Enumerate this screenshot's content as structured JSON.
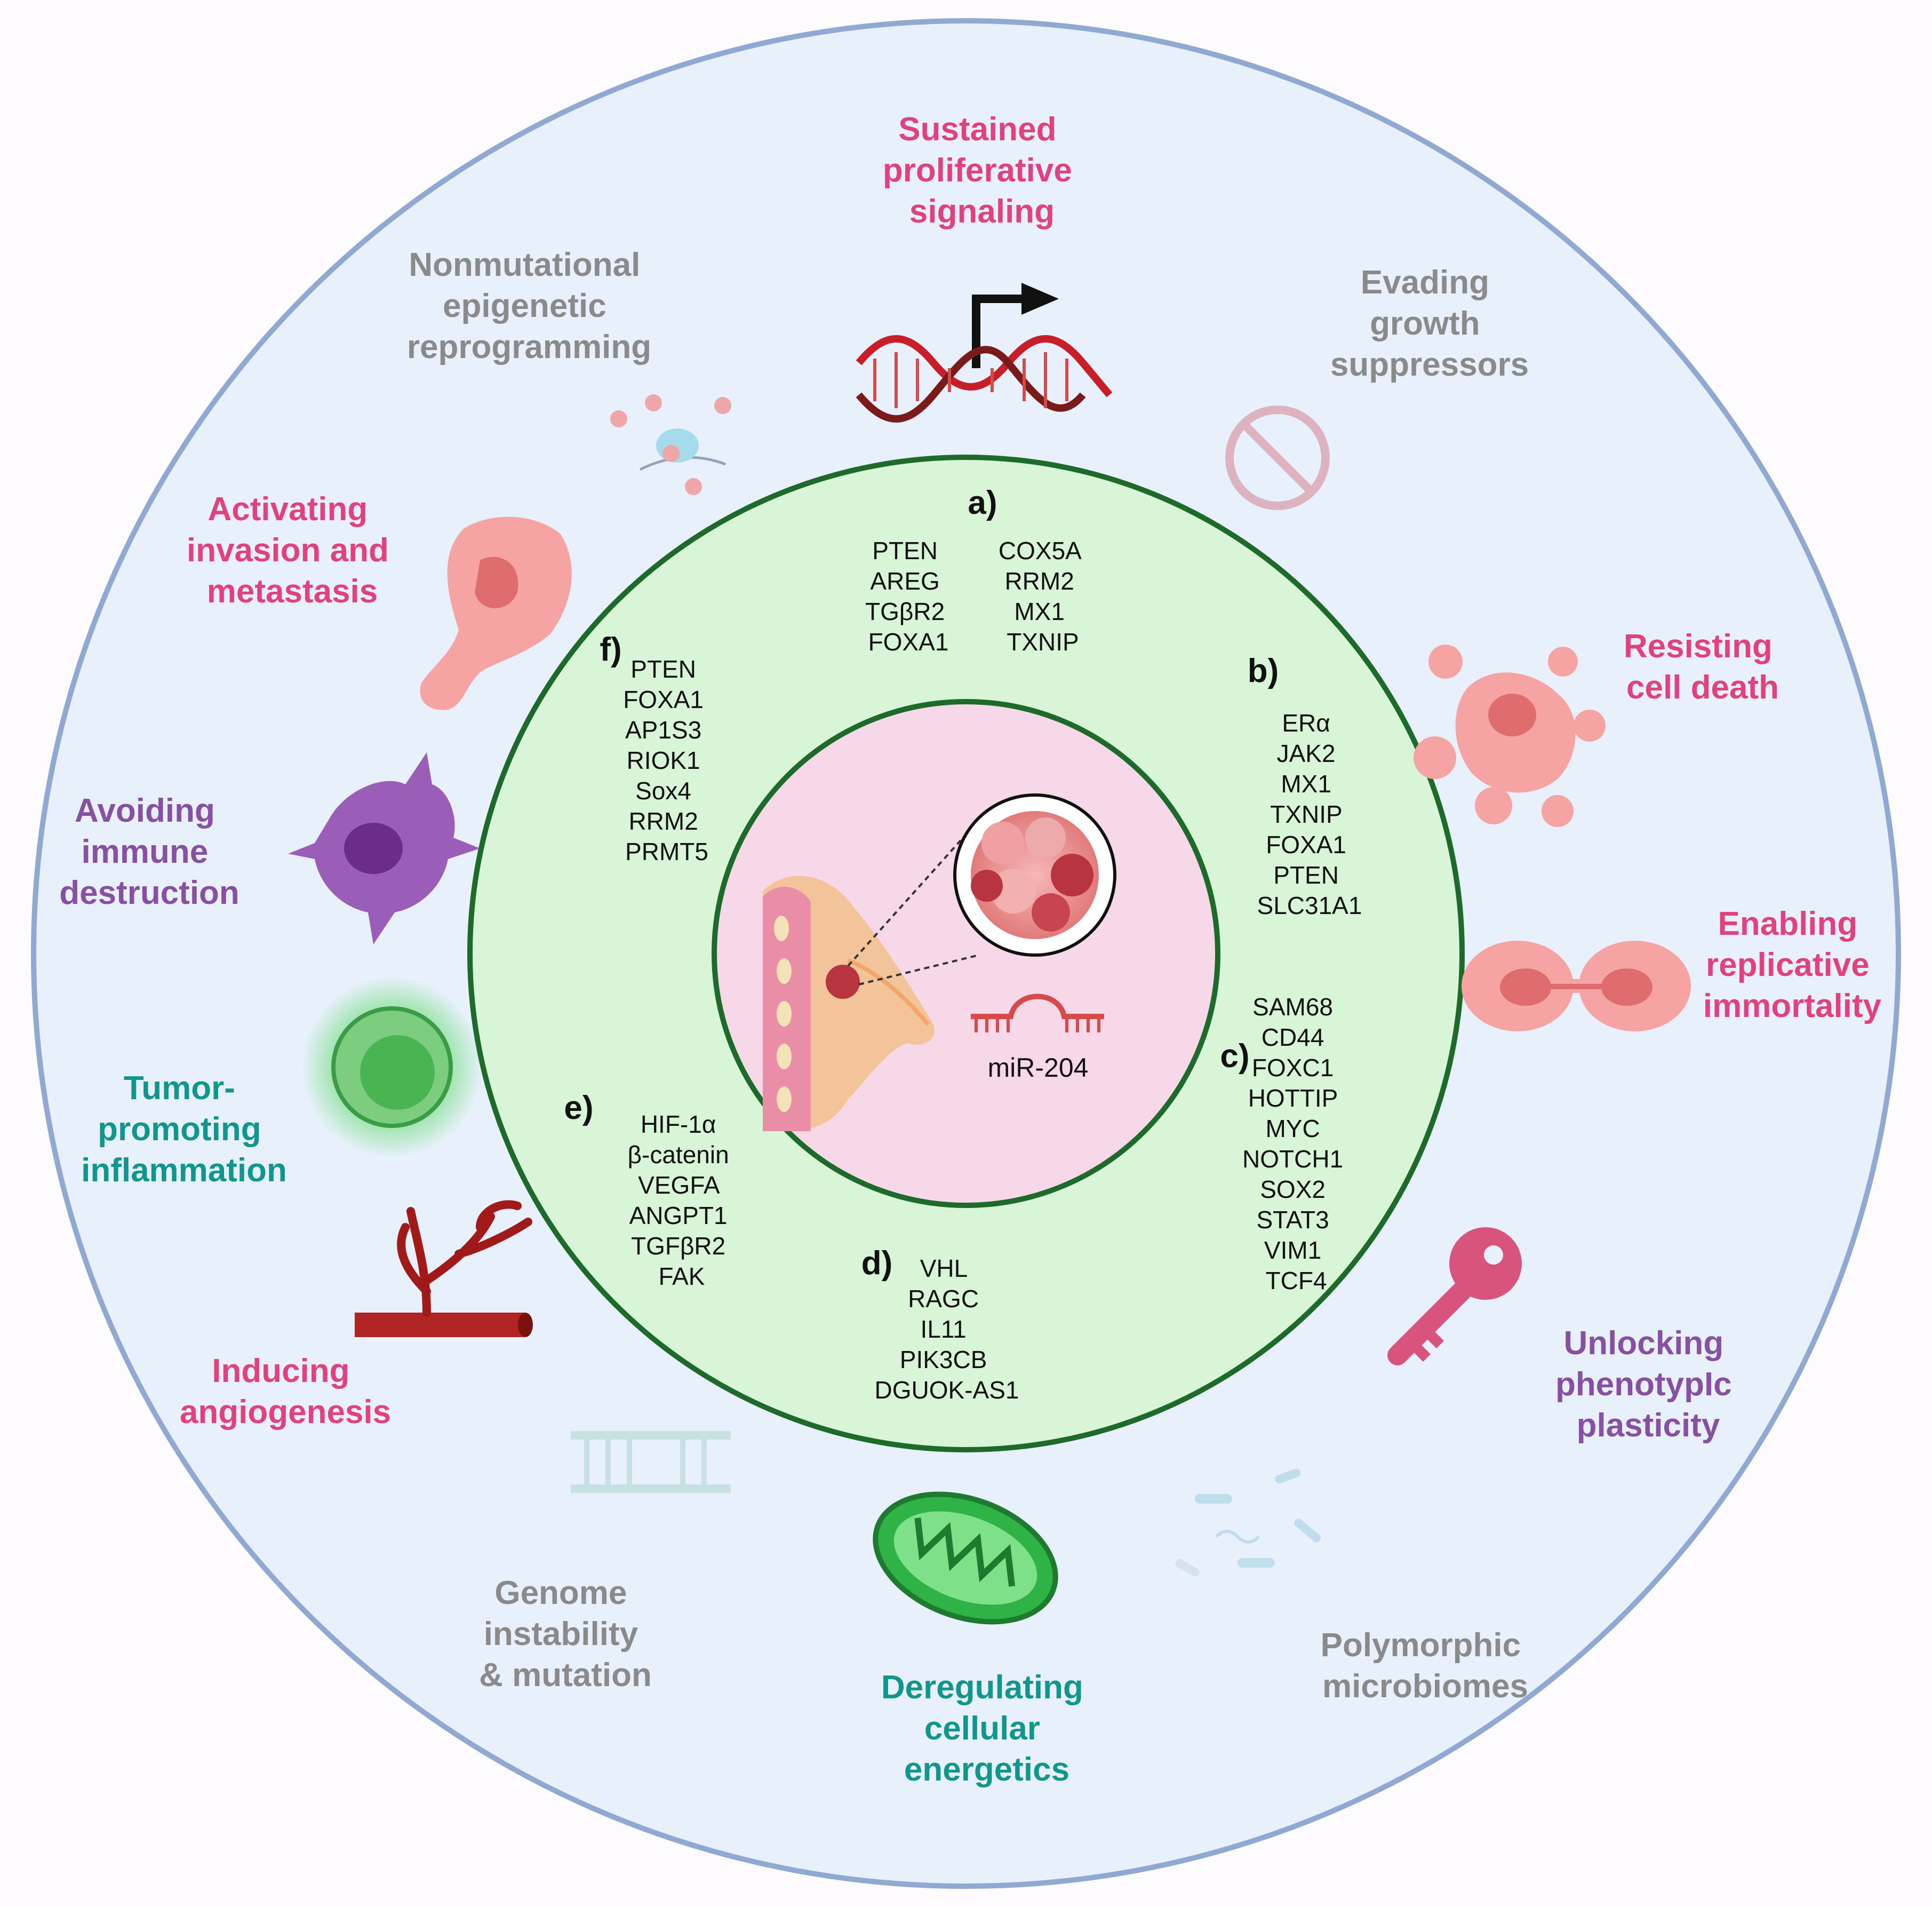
{
  "diagram": {
    "center_label": "miR-204",
    "hallmarks": {
      "sustained_proliferative_signaling": [
        "Sustained",
        "proliferative",
        "signaling"
      ],
      "evading_growth_suppressors": [
        "Evading",
        "growth",
        "suppressors"
      ],
      "resisting_cell_death": [
        "Resisting",
        "cell death"
      ],
      "enabling_replicative_immortality": [
        "Enabling",
        "replicative",
        "immortality"
      ],
      "unlocking_phenotypic_plasticity": [
        "Unlocking",
        "phenotypIc",
        "plasticity"
      ],
      "polymorphic_microbiomes": [
        "Polymorphic",
        "microbiomes"
      ],
      "deregulating_cellular_energetics": [
        "Deregulating",
        "cellular",
        "energetics"
      ],
      "genome_instability": [
        "Genome",
        "instability",
        "& mutation"
      ],
      "inducing_angiogenesis": [
        "Inducing",
        "angiogenesis"
      ],
      "tumor_promoting_inflammation": [
        "Tumor-",
        "promoting",
        "inflammation"
      ],
      "avoiding_immune_destruction": [
        "Avoiding",
        "immune",
        "destruction"
      ],
      "activating_invasion_metastasis": [
        "Activating",
        "invasion and",
        "metastasis"
      ],
      "nonmutational_epigenetic_reprogramming": [
        "Nonmutational",
        "epigenetic",
        "reprogramming"
      ]
    },
    "target_groups": {
      "a": {
        "label": "a)",
        "col1": [
          "PTEN",
          "AREG",
          "TGβR2",
          "FOXA1"
        ],
        "col2": [
          "COX5A",
          "RRM2",
          "MX1",
          "TXNIP"
        ]
      },
      "b": {
        "label": "b)",
        "genes": [
          "ERα",
          "JAK2",
          "MX1",
          "TXNIP",
          "FOXA1",
          "PTEN",
          "SLC31A1"
        ]
      },
      "c": {
        "label": "c)",
        "genes": [
          "SAM68",
          "CD44",
          "FOXC1",
          "HOTTIP",
          "MYC",
          "NOTCH1",
          "SOX2",
          "STAT3",
          "VIM1",
          "TCF4"
        ]
      },
      "d": {
        "label": "d)",
        "genes": [
          "VHL",
          "RAGC",
          "IL11",
          "PIK3CB",
          "DGUOK-AS1"
        ]
      },
      "e": {
        "label": "e)",
        "genes": [
          "HIF-1α",
          "β-catenin",
          "VEGFA",
          "ANGPT1",
          "TGFβR2",
          "FAK"
        ]
      },
      "f": {
        "label": "f)",
        "genes": [
          "PTEN",
          "FOXA1",
          "AP1S3",
          "RIOK1",
          "Sox4",
          "RRM2",
          "PRMT5"
        ]
      }
    },
    "colors": {
      "outer_fill": "#e8f1fb",
      "outer_stroke": "#8fa9d2",
      "green_fill": "#d9f5d8",
      "green_stroke": "#1d6a2a",
      "inner_fill": "#f7d8e8",
      "pink_text": "#e0427e",
      "grey_text": "#8a8a8a",
      "purple_text": "#8750a3",
      "teal_text": "#11968e"
    },
    "icons": [
      "dna-promoter-icon",
      "stop-sign-icon",
      "dying-cell-icon",
      "dividing-cell-icon",
      "key-icon",
      "microbiome-icon",
      "mitochondria-icon",
      "damaged-dna-icon",
      "blood-vessel-icon",
      "inflamed-cell-icon",
      "dendritic-cell-icon",
      "migrating-cell-icon",
      "nucleosome-icon",
      "breast-tumor-icon",
      "tumor-cluster-icon",
      "mirna-hairpin-icon"
    ]
  }
}
